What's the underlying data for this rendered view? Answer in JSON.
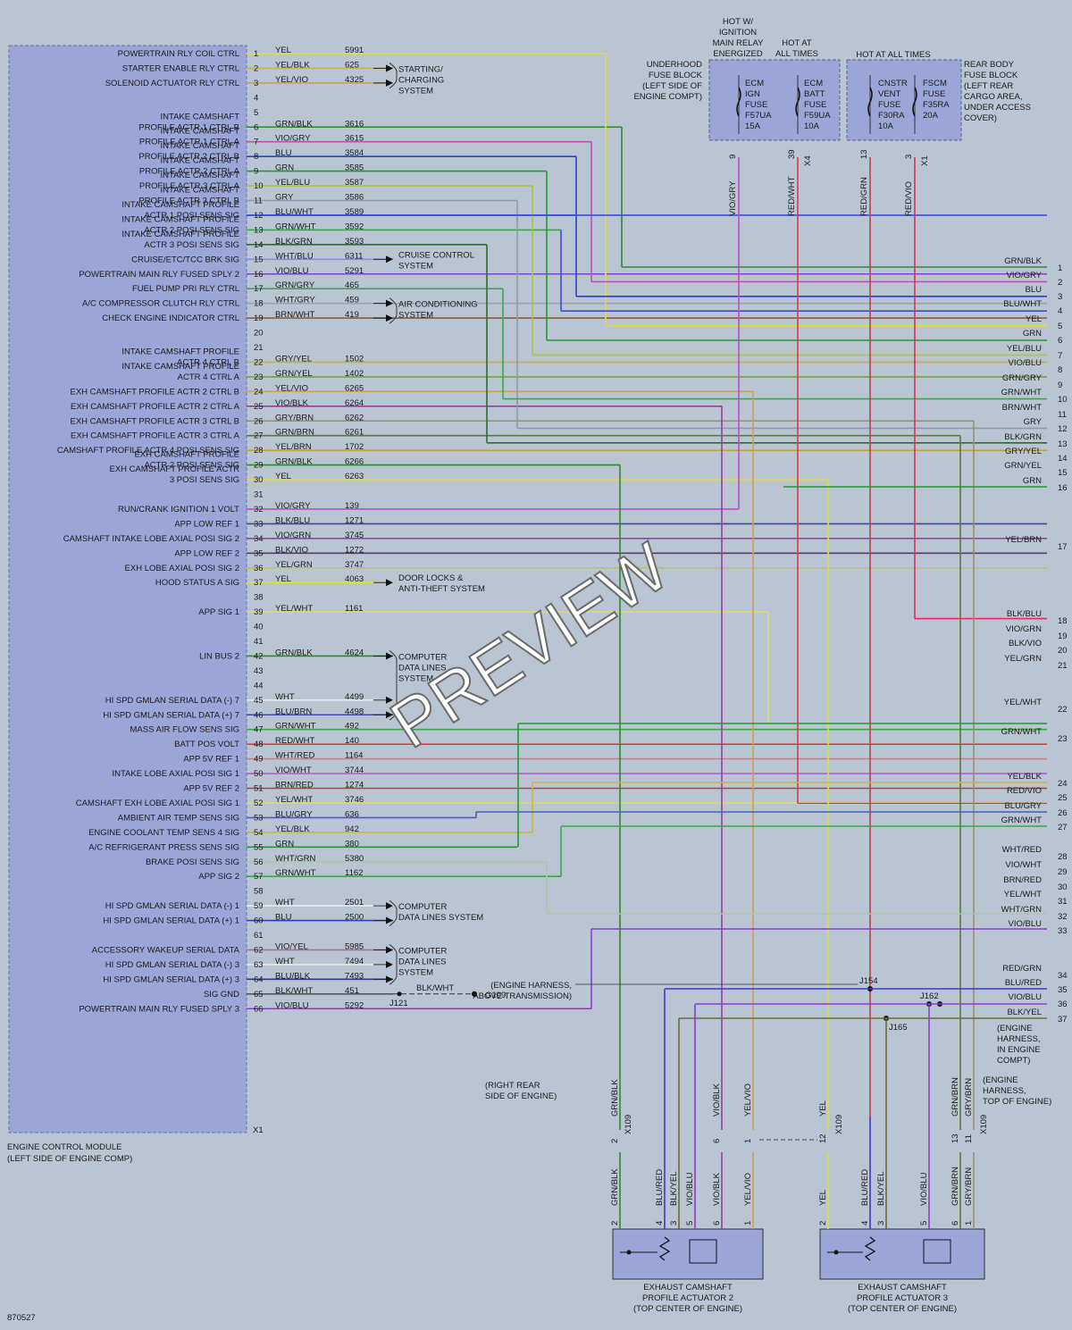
{
  "ecm": {
    "caption": [
      "ENGINE CONTROL MODULE",
      "(LEFT SIDE OF ENGINE COMP)"
    ],
    "connector": "X1",
    "pins": [
      {
        "n": 1,
        "label": [
          "POWERTRAIN RLY COIL CTRL"
        ],
        "color": "YEL",
        "circuit": "5991",
        "hex": "#e0dc42"
      },
      {
        "n": 2,
        "label": [
          "STARTER ENABLE RLY CTRL"
        ],
        "color": "YEL/BLK",
        "circuit": "625",
        "hex": "#c9b640"
      },
      {
        "n": 3,
        "label": [
          "SOLENOID ACTUATOR RLY CTRL"
        ],
        "color": "YEL/VIO",
        "circuit": "4325",
        "hex": "#c9a05c"
      },
      {
        "n": 4,
        "label": [],
        "color": "",
        "circuit": "",
        "hex": ""
      },
      {
        "n": 5,
        "label": [],
        "color": "",
        "circuit": "",
        "hex": ""
      },
      {
        "n": 6,
        "label": [
          "INTAKE CAMSHAFT",
          "PROFILE ACTR 1 CTRL B"
        ],
        "color": "GRN/BLK",
        "circuit": "3616",
        "hex": "#2c8a2c"
      },
      {
        "n": 7,
        "label": [
          "INTAKE CAMSHAFT",
          "PROFILE ACTR 1 CTRL A"
        ],
        "color": "VIO/GRY",
        "circuit": "3615",
        "hex": "#c04cc0"
      },
      {
        "n": 8,
        "label": [
          "INTAKE CAMSHAFT",
          "PROFILE ACTR 2 CTRL B"
        ],
        "color": "BLU",
        "circuit": "3584",
        "hex": "#2a3fd0"
      },
      {
        "n": 9,
        "label": [
          "INTAKE CAMSHAFT",
          "PROFILE ACTR 2 CTRL A"
        ],
        "color": "GRN",
        "circuit": "3585",
        "hex": "#1f9a32"
      },
      {
        "n": 10,
        "label": [
          "INTAKE CAMSHAFT",
          "PROFILE ACTR 3 CTRL A"
        ],
        "color": "YEL/BLU",
        "circuit": "3587",
        "hex": "#b0c040"
      },
      {
        "n": 11,
        "label": [
          "INTAKE CAMSHAFT",
          "PROFILE ACTR 3 CTRL B"
        ],
        "color": "GRY",
        "circuit": "3586",
        "hex": "#8f9aa6"
      },
      {
        "n": 12,
        "label": [
          "INTAKE CAMSHAFT PROFILE",
          "ACTR 1 POSI SENS SIG"
        ],
        "color": "BLU/WHT",
        "circuit": "3589",
        "hex": "#3a4bd8"
      },
      {
        "n": 13,
        "label": [
          "INTAKE CAMSHAFT PROFILE",
          "ACTR 2 POSI SENS SIG"
        ],
        "color": "GRN/WHT",
        "circuit": "3592",
        "hex": "#3aa84a"
      },
      {
        "n": 14,
        "label": [
          "INTAKE CAMSHAFT PROFILE",
          "ACTR 3 POSI SENS SIG"
        ],
        "color": "BLK/GRN",
        "circuit": "3593",
        "hex": "#2f6a2f"
      },
      {
        "n": 15,
        "label": [
          "CRUISE/ETC/TCC BRK SIG"
        ],
        "color": "WHT/BLU",
        "circuit": "6311",
        "hex": "#7f8fd8"
      },
      {
        "n": 16,
        "label": [
          "POWERTRAIN MAIN RLY FUSED SPLY 2"
        ],
        "color": "VIO/BLU",
        "circuit": "5291",
        "hex": "#8a3cd0"
      },
      {
        "n": 17,
        "label": [
          "FUEL PUMP PRI RLY CTRL"
        ],
        "color": "GRN/GRY",
        "circuit": "465",
        "hex": "#4a9a5a"
      },
      {
        "n": 18,
        "label": [
          "A/C COMPRESSOR CLUTCH RLY CTRL"
        ],
        "color": "WHT/GRY",
        "circuit": "459",
        "hex": "#9aa4b0"
      },
      {
        "n": 19,
        "label": [
          "CHECK ENGINE INDICATOR CTRL"
        ],
        "color": "BRN/WHT",
        "circuit": "419",
        "hex": "#8a5a3a"
      },
      {
        "n": 20,
        "label": [],
        "color": "",
        "circuit": "",
        "hex": ""
      },
      {
        "n": 21,
        "label": [],
        "color": "",
        "circuit": "",
        "hex": ""
      },
      {
        "n": 22,
        "label": [
          "INTAKE CAMSHAFT PROFILE",
          "ACTR 4 CTRL B"
        ],
        "color": "GRY/YEL",
        "circuit": "1502",
        "hex": "#b8b060"
      },
      {
        "n": 23,
        "label": [
          "INTAKE CAMSHAFT PROFILE",
          "ACTR 4 CTRL A"
        ],
        "color": "GRN/YEL",
        "circuit": "1402",
        "hex": "#6aa83a"
      },
      {
        "n": 24,
        "label": [
          "EXH CAMSHAFT PROFILE ACTR 2 CTRL B"
        ],
        "color": "YEL/VIO",
        "circuit": "6265",
        "hex": "#d0a050"
      },
      {
        "n": 25,
        "label": [
          "EXH CAMSHAFT PROFILE ACTR 2 CTRL A"
        ],
        "color": "VIO/BLK",
        "circuit": "6264",
        "hex": "#9a3aa0"
      },
      {
        "n": 26,
        "label": [
          "EXH CAMSHAFT PROFILE ACTR 3 CTRL B"
        ],
        "color": "GRY/BRN",
        "circuit": "6262",
        "hex": "#a08a70"
      },
      {
        "n": 27,
        "label": [
          "EXH CAMSHAFT PROFILE ACTR 3 CTRL A"
        ],
        "color": "GRN/BRN",
        "circuit": "6261",
        "hex": "#5a7a3a"
      },
      {
        "n": 28,
        "label": [
          "CAMSHAFT PROFILE ACTR 4 POSI SENS SIG"
        ],
        "color": "YEL/BRN",
        "circuit": "1702",
        "hex": "#c8a030"
      },
      {
        "n": 29,
        "label": [
          "EXH CAMSHAFT PROFILE",
          "ACTR 2 POSI SENS SIG"
        ],
        "color": "GRN/BLK",
        "circuit": "6266",
        "hex": "#2c8a2c"
      },
      {
        "n": 30,
        "label": [
          "EXH CAMSHAFT PROFILE ACTR",
          "3 POSI SENS SIG"
        ],
        "color": "YEL",
        "circuit": "6263",
        "hex": "#e0dc42"
      },
      {
        "n": 31,
        "label": [],
        "color": "",
        "circuit": "",
        "hex": ""
      },
      {
        "n": 32,
        "label": [
          "RUN/CRANK IGNITION 1 VOLT"
        ],
        "color": "VIO/GRY",
        "circuit": "139",
        "hex": "#c04cc0"
      },
      {
        "n": 33,
        "label": [
          "APP LOW REF 1"
        ],
        "color": "BLK/BLU",
        "circuit": "1271",
        "hex": "#3a4a8a"
      },
      {
        "n": 34,
        "label": [
          "CAMSHAFT INTAKE LOBE AXIAL POSI SIG 2"
        ],
        "color": "VIO/GRN",
        "circuit": "3745",
        "hex": "#8a4aa0"
      },
      {
        "n": 35,
        "label": [
          "APP LOW REF 2"
        ],
        "color": "BLK/VIO",
        "circuit": "1272",
        "hex": "#5a3a6a"
      },
      {
        "n": 36,
        "label": [
          "EXH LOBE AXIAL POSI SIG 2"
        ],
        "color": "YEL/GRN",
        "circuit": "3747",
        "hex": "#b8c83a"
      },
      {
        "n": 37,
        "label": [
          "HOOD STATUS A SIG"
        ],
        "color": "YEL",
        "circuit": "4063",
        "hex": "#e0dc42"
      },
      {
        "n": 38,
        "label": [],
        "color": "",
        "circuit": "",
        "hex": ""
      },
      {
        "n": 39,
        "label": [
          "APP SIG 1"
        ],
        "color": "YEL/WHT",
        "circuit": "1161",
        "hex": "#e0d870"
      },
      {
        "n": 40,
        "label": [],
        "color": "",
        "circuit": "",
        "hex": ""
      },
      {
        "n": 41,
        "label": [],
        "color": "",
        "circuit": "",
        "hex": ""
      },
      {
        "n": 42,
        "label": [
          "LIN BUS 2"
        ],
        "color": "GRN/BLK",
        "circuit": "4624",
        "hex": "#2c8a2c"
      },
      {
        "n": 43,
        "label": [],
        "color": "",
        "circuit": "",
        "hex": ""
      },
      {
        "n": 44,
        "label": [],
        "color": "",
        "circuit": "",
        "hex": ""
      },
      {
        "n": 45,
        "label": [
          "HI SPD GMLAN SERIAL DATA (-) 7"
        ],
        "color": "WHT",
        "circuit": "4499",
        "hex": "#e8e8e8"
      },
      {
        "n": 46,
        "label": [
          "HI SPD GMLAN SERIAL DATA (+) 7"
        ],
        "color": "BLU/BRN",
        "circuit": "4498",
        "hex": "#3a4ab0"
      },
      {
        "n": 47,
        "label": [
          "MASS AIR FLOW SENS SIG"
        ],
        "color": "GRN/WHT",
        "circuit": "492",
        "hex": "#3aa84a"
      },
      {
        "n": 48,
        "label": [
          "BATT POS VOLT"
        ],
        "color": "RED/WHT",
        "circuit": "140",
        "hex": "#d83a4a"
      },
      {
        "n": 49,
        "label": [
          "APP 5V REF 1"
        ],
        "color": "WHT/RED",
        "circuit": "1164",
        "hex": "#d87a8a"
      },
      {
        "n": 50,
        "label": [
          "INTAKE LOBE AXIAL POSI SIG 1"
        ],
        "color": "VIO/WHT",
        "circuit": "3744",
        "hex": "#b060c8"
      },
      {
        "n": 51,
        "label": [
          "APP 5V REF 2"
        ],
        "color": "BRN/RED",
        "circuit": "1274",
        "hex": "#9a4a3a"
      },
      {
        "n": 52,
        "label": [
          "CAMSHAFT EXH LOBE AXIAL POSI SIG 1"
        ],
        "color": "YEL/WHT",
        "circuit": "3746",
        "hex": "#e0d870"
      },
      {
        "n": 53,
        "label": [
          "AMBIENT AIR TEMP SENS SIG"
        ],
        "color": "BLU/GRY",
        "circuit": "636",
        "hex": "#4a5ac0"
      },
      {
        "n": 54,
        "label": [
          "ENGINE COOLANT TEMP SENS 4 SIG"
        ],
        "color": "YEL/BLK",
        "circuit": "942",
        "hex": "#c9b640"
      },
      {
        "n": 55,
        "label": [
          "A/C REFRIGERANT PRESS SENS SIG"
        ],
        "color": "GRN",
        "circuit": "380",
        "hex": "#1f9a32"
      },
      {
        "n": 56,
        "label": [
          "BRAKE POSI SENS SIG"
        ],
        "color": "WHT/GRN",
        "circuit": "5380",
        "hex": "#a8c8a8"
      },
      {
        "n": 57,
        "label": [
          "APP SIG 2"
        ],
        "color": "GRN/WHT",
        "circuit": "1162",
        "hex": "#3aa84a"
      },
      {
        "n": 58,
        "label": [],
        "color": "",
        "circuit": "",
        "hex": ""
      },
      {
        "n": 59,
        "label": [
          "HI SPD GMLAN SERIAL DATA (-) 1"
        ],
        "color": "WHT",
        "circuit": "2501",
        "hex": "#e8e8e8"
      },
      {
        "n": 60,
        "label": [
          "HI SPD GMLAN SERIAL DATA (+) 1"
        ],
        "color": "BLU",
        "circuit": "2500",
        "hex": "#2a3fd0"
      },
      {
        "n": 61,
        "label": [],
        "color": "",
        "circuit": "",
        "hex": ""
      },
      {
        "n": 62,
        "label": [
          "ACCESSORY WAKEUP SERIAL DATA"
        ],
        "color": "VIO/YEL",
        "circuit": "5985",
        "hex": "#b06aa0"
      },
      {
        "n": 63,
        "label": [
          "HI SPD GMLAN SERIAL DATA (-) 3"
        ],
        "color": "WHT",
        "circuit": "7494",
        "hex": "#e8e8e8"
      },
      {
        "n": 64,
        "label": [
          "HI SPD GMLAN SERIAL DATA (+) 3"
        ],
        "color": "BLU/BLK",
        "circuit": "7493",
        "hex": "#2a3a9a"
      },
      {
        "n": 65,
        "label": [
          "SIG GND"
        ],
        "color": "BLK/WHT",
        "circuit": "451",
        "hex": "#555555"
      },
      {
        "n": 66,
        "label": [
          "POWERTRAIN MAIN RLY FUSED SPLY 3"
        ],
        "color": "VIO/BLU",
        "circuit": "5292",
        "hex": "#8a3cd0"
      }
    ]
  },
  "systems": [
    {
      "lines": [
        "STARTING/",
        "CHARGING",
        "SYSTEM"
      ],
      "pins": [
        2,
        3
      ]
    },
    {
      "lines": [
        "CRUISE CONTROL",
        "SYSTEM"
      ],
      "pins": [
        15
      ]
    },
    {
      "lines": [
        "AIR CONDITIONING",
        "SYSTEM"
      ],
      "pins": [
        18,
        19
      ]
    },
    {
      "lines": [
        "DOOR LOCKS &",
        "ANTI-THEFT SYSTEM"
      ],
      "pins": [
        37
      ]
    },
    {
      "lines": [
        "COMPUTER",
        "DATA LINES",
        "SYSTEM"
      ],
      "pins": [
        42,
        45,
        46
      ]
    },
    {
      "lines": [
        "COMPUTER",
        "DATA LINES SYSTEM"
      ],
      "pins": [
        59,
        60
      ]
    },
    {
      "lines": [
        "COMPUTER",
        "DATA LINES",
        "SYSTEM"
      ],
      "pins": [
        62,
        63,
        64
      ]
    }
  ],
  "ground": {
    "color": "BLK/WHT",
    "splice": "J121",
    "ref": "G109",
    "note": [
      "(RIGHT REAR",
      "SIDE OF ENGINE)"
    ]
  },
  "right_pins": [
    {
      "n": 1,
      "color": "GRN/BLK"
    },
    {
      "n": 2,
      "color": "VIO/GRY"
    },
    {
      "n": 3,
      "color": "BLU"
    },
    {
      "n": 4,
      "color": "BLU/WHT"
    },
    {
      "n": 5,
      "color": "YEL"
    },
    {
      "n": 6,
      "color": "GRN"
    },
    {
      "n": 7,
      "color": "YEL/BLU"
    },
    {
      "n": 8,
      "color": "VIO/BLU"
    },
    {
      "n": 9,
      "color": "GRN/GRY"
    },
    {
      "n": 10,
      "color": "GRN/WHT"
    },
    {
      "n": 11,
      "color": "BRN/WHT"
    },
    {
      "n": 12,
      "color": "GRY"
    },
    {
      "n": 13,
      "color": "BLK/GRN"
    },
    {
      "n": 14,
      "color": "GRY/YEL"
    },
    {
      "n": 15,
      "color": "GRN/YEL"
    },
    {
      "n": 16,
      "color": "GRN"
    },
    {
      "n": 17,
      "color": "YEL/BRN"
    },
    {
      "n": 18,
      "color": "BLK/BLU"
    },
    {
      "n": 19,
      "color": "VIO/GRN"
    },
    {
      "n": 20,
      "color": "BLK/VIO"
    },
    {
      "n": 21,
      "color": "YEL/GRN"
    },
    {
      "n": 22,
      "color": "YEL/WHT"
    },
    {
      "n": 23,
      "color": "GRN/WHT"
    },
    {
      "n": 24,
      "color": "YEL/BLK"
    },
    {
      "n": 25,
      "color": "RED/VIO"
    },
    {
      "n": 26,
      "color": "BLU/GRY"
    },
    {
      "n": 27,
      "color": "GRN/WHT"
    },
    {
      "n": 28,
      "color": "WHT/RED"
    },
    {
      "n": 29,
      "color": "VIO/WHT"
    },
    {
      "n": 30,
      "color": "BRN/RED"
    },
    {
      "n": 31,
      "color": "YEL/WHT"
    },
    {
      "n": 32,
      "color": "WHT/GRN"
    },
    {
      "n": 33,
      "color": "VIO/BLU"
    },
    {
      "n": 34,
      "color": "RED/GRN"
    },
    {
      "n": 35,
      "color": "BLU/RED"
    },
    {
      "n": 36,
      "color": "VIO/BLU"
    },
    {
      "n": 37,
      "color": "BLK/YEL"
    }
  ],
  "fuse_blocks": {
    "hot_ign": [
      "HOT W/",
      "IGNITION",
      "MAIN RELAY",
      "ENERGIZED"
    ],
    "hot_always_1": [
      "HOT AT",
      "ALL TIMES"
    ],
    "hot_always_2": "HOT AT ALL TIMES",
    "underhood": [
      "UNDERHOOD",
      "FUSE BLOCK",
      "(LEFT SIDE OF",
      "ENGINE COMPT)"
    ],
    "rear": [
      "REAR BODY",
      "FUSE BLOCK",
      "(LEFT REAR",
      "CARGO AREA,",
      "UNDER ACCESS",
      "COVER)"
    ],
    "fuses": [
      {
        "lines": [
          "ECM",
          "IGN",
          "FUSE",
          "F57UA",
          "15A"
        ],
        "pin": "9",
        "wire": "VIO/GRY",
        "conn": ""
      },
      {
        "lines": [
          "ECM",
          "BATT",
          "FUSE",
          "F59UA",
          "10A"
        ],
        "pin": "39",
        "wire": "RED/WHT",
        "conn": "X4"
      },
      {
        "lines": [
          "CNSTR",
          "VENT",
          "FUSE",
          "F30RA",
          "10A"
        ],
        "pin": "13",
        "wire": "RED/GRN",
        "conn": ""
      },
      {
        "lines": [
          "FSCM",
          "FUSE",
          "F35RA",
          "20A"
        ],
        "pin": "3",
        "wire": "RED/VIO",
        "conn": "X1"
      }
    ]
  },
  "splices": {
    "j154": "J154",
    "j154_note": [
      "(ENGINE HARNESS,",
      "ABOVE TRANSMISSION)"
    ],
    "j162": "J162",
    "j162_note": [
      "(ENGINE",
      "HARNESS,",
      "IN ENGINE",
      "COMPT)"
    ],
    "j165": "J165",
    "j165_note": [
      "(ENGINE",
      "HARNESS,",
      "TOP OF ENGINE)"
    ]
  },
  "x109": "X109",
  "actuators": [
    {
      "caption": [
        "EXHAUST CAMSHAFT",
        "PROFILE ACTUATOR 2",
        "(TOP CENTER OF ENGINE)"
      ],
      "upper": [
        {
          "pin": "2",
          "wire": "GRN/BLK"
        },
        {
          "pin": "6",
          "wire": "VIO/BLK"
        },
        {
          "pin": "1",
          "wire": "YEL/VIO"
        }
      ],
      "lower": [
        {
          "pin": "2",
          "wire": "GRN/BLK"
        },
        {
          "pin": "4",
          "wire": "BLU/RED"
        },
        {
          "pin": "3",
          "wire": "BLK/YEL"
        },
        {
          "pin": "5",
          "wire": "VIO/BLU"
        },
        {
          "pin": "6",
          "wire": "VIO/BLK"
        },
        {
          "pin": "1",
          "wire": "YEL/VIO"
        }
      ]
    },
    {
      "caption": [
        "EXHAUST CAMSHAFT",
        "PROFILE ACTUATOR 3",
        "(TOP CENTER OF ENGINE)"
      ],
      "upper": [
        {
          "pin": "12",
          "wire": "YEL"
        },
        {
          "pin": "13",
          "wire": "GRN/BRN"
        },
        {
          "pin": "11",
          "wire": "GRY/BRN"
        }
      ],
      "lower": [
        {
          "pin": "2",
          "wire": "YEL"
        },
        {
          "pin": "4",
          "wire": "BLU/RED"
        },
        {
          "pin": "3",
          "wire": "BLK/YEL"
        },
        {
          "pin": "5",
          "wire": "VIO/BLU"
        },
        {
          "pin": "6",
          "wire": "GRN/BRN"
        },
        {
          "pin": "1",
          "wire": "GRY/BRN"
        }
      ]
    }
  ],
  "figure_id": "870527",
  "watermark": "PREVIEW"
}
